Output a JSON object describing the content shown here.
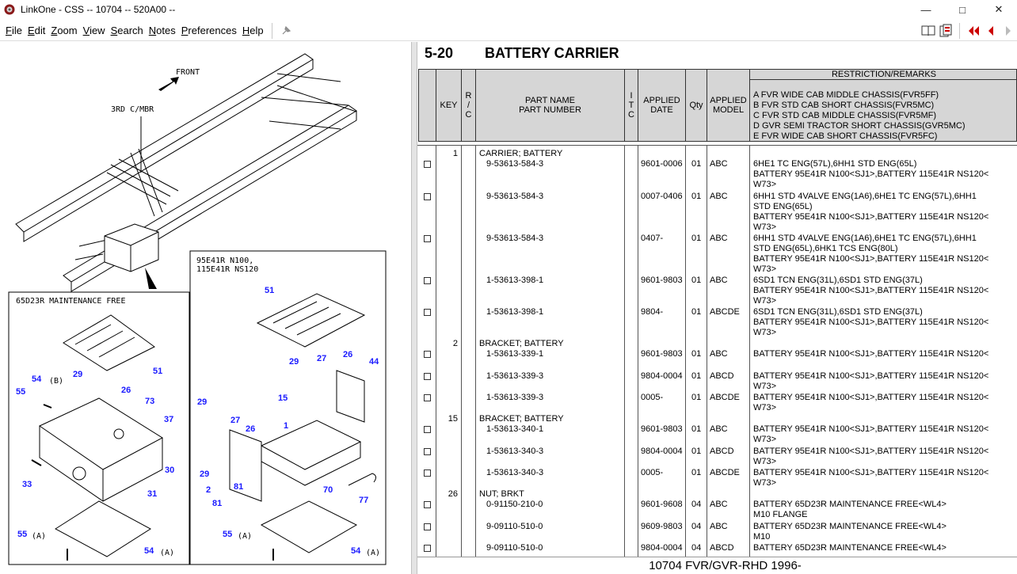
{
  "window": {
    "title": "LinkOne - CSS -- 10704 -- 520A00 --",
    "controls": [
      "—",
      "□",
      "✕"
    ]
  },
  "menu": {
    "items": [
      {
        "ul": "F",
        "rest": "ile"
      },
      {
        "ul": "E",
        "rest": "dit"
      },
      {
        "ul": "Z",
        "rest": "oom"
      },
      {
        "ul": "V",
        "rest": "iew"
      },
      {
        "ul": "S",
        "rest": "earch"
      },
      {
        "ul": "N",
        "rest": "otes"
      },
      {
        "ul": "P",
        "rest": "references"
      },
      {
        "ul": "H",
        "rest": "elp"
      }
    ]
  },
  "diagram": {
    "front_label": "FRONT",
    "crossmember_label": "3RD C/MBR",
    "inset_left_title": "65D23R MAINTENANCE FREE",
    "inset_right_title_1": "95E41R N100,",
    "inset_right_title_2": "115E41R NS120",
    "callouts_left": [
      "51",
      "54",
      "(B)",
      "29",
      "55",
      "26",
      "73",
      "37",
      "33",
      "30",
      "31",
      "55",
      "(A)",
      "54",
      "(A)"
    ],
    "callouts_right": [
      "51",
      "29",
      "27",
      "26",
      "44",
      "15",
      "29",
      "27",
      "26",
      "1",
      "29",
      "2",
      "81",
      "70",
      "77",
      "81",
      "55",
      "(A)",
      "54",
      "(A)"
    ]
  },
  "section": {
    "number": "5-20",
    "title": "BATTERY CARRIER"
  },
  "columns": {
    "key": "KEY",
    "rc": "R\n/\nC",
    "part": "PART NAME\nPART NUMBER",
    "itc": "I\nT\nC",
    "date": "APPLIED\nDATE",
    "qty": "Qty",
    "model": "APPLIED\nMODEL",
    "restr_title": "RESTRICTION/REMARKS",
    "restr_list": [
      "A FVR WIDE CAB MIDDLE CHASSIS(FVR5FF)",
      "B FVR STD CAB SHORT CHASSIS(FVR5MC)",
      "C FVR STD CAB MIDDLE CHASSIS(FVR5MF)",
      "D GVR SEMI TRACTOR SHORT CHASSIS(GVR5MC)",
      "E FVR WIDE CAB SHORT CHASSIS(FVR5FC)"
    ]
  },
  "rows": [
    {
      "key": "1",
      "name": "CARRIER; BATTERY",
      "pn": "9-53613-584-3",
      "date": "9601-0006",
      "qty": "01",
      "model": "ABC",
      "remarks": [
        "6HE1 TC ENG(57L),6HH1 STD ENG(65L)",
        "BATTERY 95E41R N100<SJ1>,BATTERY 115E41R NS120<",
        "W73>"
      ]
    },
    {
      "key": "",
      "name": "",
      "pn": "9-53613-584-3",
      "date": "0007-0406",
      "qty": "01",
      "model": "ABC",
      "remarks": [
        "6HH1 STD 4VALVE ENG(1A6),6HE1 TC ENG(57L),6HH1",
        "STD ENG(65L)",
        "BATTERY 95E41R N100<SJ1>,BATTERY 115E41R NS120<",
        "W73>"
      ]
    },
    {
      "key": "",
      "name": "",
      "pn": "9-53613-584-3",
      "date": "0407-",
      "qty": "01",
      "model": "ABC",
      "remarks": [
        "6HH1 STD 4VALVE ENG(1A6),6HE1 TC ENG(57L),6HH1",
        "STD ENG(65L),6HK1 TCS ENG(80L)",
        "BATTERY 95E41R N100<SJ1>,BATTERY 115E41R NS120<",
        "W73>"
      ]
    },
    {
      "key": "",
      "name": "",
      "pn": "1-53613-398-1",
      "date": "9601-9803",
      "qty": "01",
      "model": "ABC",
      "remarks": [
        "6SD1 TCN ENG(31L),6SD1 STD ENG(37L)",
        "BATTERY 95E41R N100<SJ1>,BATTERY 115E41R NS120<",
        "W73>"
      ]
    },
    {
      "key": "",
      "name": "",
      "pn": "1-53613-398-1",
      "date": "9804-",
      "qty": "01",
      "model": "ABCDE",
      "remarks": [
        "6SD1 TCN ENG(31L),6SD1 STD ENG(37L)",
        "BATTERY 95E41R N100<SJ1>,BATTERY 115E41R NS120<",
        "W73>"
      ]
    },
    {
      "key": "2",
      "name": "BRACKET; BATTERY",
      "pn": "1-53613-339-1",
      "date": "9601-9803",
      "qty": "01",
      "model": "ABC",
      "remarks": [
        "BATTERY 95E41R N100<SJ1>,BATTERY 115E41R NS120<"
      ]
    },
    {
      "key": "",
      "name": "",
      "pn": "1-53613-339-3",
      "date": "9804-0004",
      "qty": "01",
      "model": "ABCD",
      "remarks": [
        "BATTERY 95E41R N100<SJ1>,BATTERY 115E41R NS120<",
        "W73>"
      ]
    },
    {
      "key": "",
      "name": "",
      "pn": "1-53613-339-3",
      "date": "0005-",
      "qty": "01",
      "model": "ABCDE",
      "remarks": [
        "BATTERY 95E41R N100<SJ1>,BATTERY 115E41R NS120<",
        "W73>"
      ]
    },
    {
      "key": "15",
      "name": "BRACKET; BATTERY",
      "pn": "1-53613-340-1",
      "date": "9601-9803",
      "qty": "01",
      "model": "ABC",
      "remarks": [
        "BATTERY 95E41R N100<SJ1>,BATTERY 115E41R NS120<",
        "W73>"
      ]
    },
    {
      "key": "",
      "name": "",
      "pn": "1-53613-340-3",
      "date": "9804-0004",
      "qty": "01",
      "model": "ABCD",
      "remarks": [
        "BATTERY 95E41R N100<SJ1>,BATTERY 115E41R NS120<",
        "W73>"
      ]
    },
    {
      "key": "",
      "name": "",
      "pn": "1-53613-340-3",
      "date": "0005-",
      "qty": "01",
      "model": "ABCDE",
      "remarks": [
        "BATTERY 95E41R N100<SJ1>,BATTERY 115E41R NS120<",
        "W73>"
      ]
    },
    {
      "key": "26",
      "name": "NUT; BRKT",
      "pn": "0-91150-210-0",
      "date": "9601-9608",
      "qty": "04",
      "model": "ABC",
      "remarks": [
        "BATTERY 65D23R MAINTENANCE FREE<WL4>",
        "M10 FLANGE"
      ]
    },
    {
      "key": "",
      "name": "",
      "pn": "9-09110-510-0",
      "date": "9609-9803",
      "qty": "04",
      "model": "ABC",
      "remarks": [
        "BATTERY 65D23R MAINTENANCE FREE<WL4>",
        "M10"
      ]
    },
    {
      "key": "",
      "name": "",
      "pn": "9-09110-510-0",
      "date": "9804-0004",
      "qty": "04",
      "model": "ABCD",
      "remarks": [
        "BATTERY 65D23R MAINTENANCE FREE<WL4>"
      ]
    }
  ],
  "footer": {
    "text": "10704 FVR/GVR-RHD 1996-"
  }
}
